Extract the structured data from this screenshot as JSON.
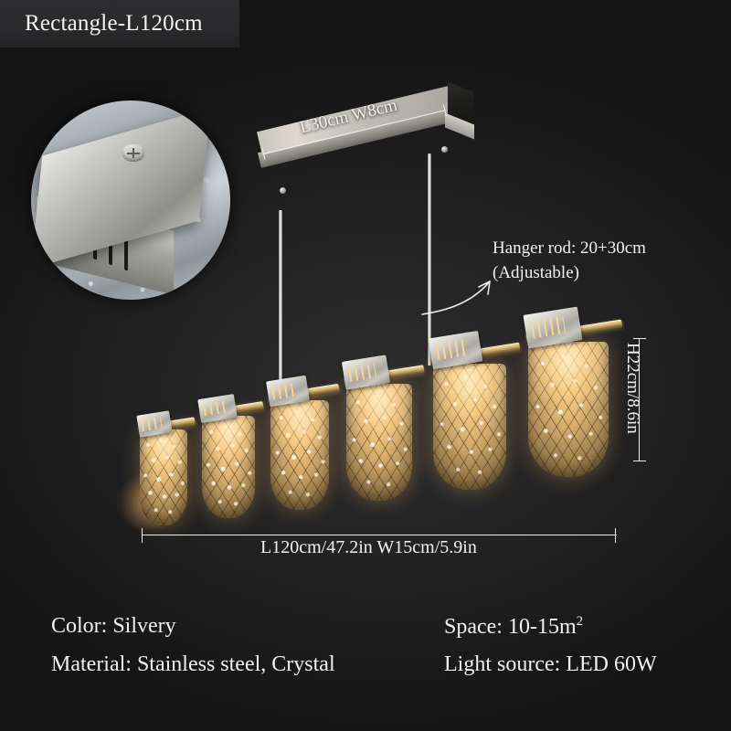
{
  "banner": {
    "title": "Rectangle-L120cm"
  },
  "annotations": {
    "canopy_size": "L30cm W8cm",
    "hanger_rod_line1": "Hanger rod: 20+30cm",
    "hanger_rod_line2": "(Adjustable)",
    "height": "H22cm/8.6in",
    "width": "L120cm/47.2in  W15cm/5.9in"
  },
  "specs": {
    "color_label": "Color: Silvery",
    "space_label": "Space: 10-15m",
    "space_sup": "2",
    "material_label": "Material: Stainless steel, Crystal",
    "light_source_label": "Light source: LED 60W"
  },
  "icons": {
    "detail_inset": "magnified-detail-circle",
    "hanger_arrow": "curved-arrow-icon"
  },
  "colors": {
    "background": "#1a1a1b",
    "banner_background": "#2b2b2d",
    "text": "#f3f1ee",
    "dimension_line": "#efeeec",
    "crystal_glow": "#ffc476",
    "chrome": "#d7d5ce"
  },
  "product": {
    "pendant_count": 6
  }
}
